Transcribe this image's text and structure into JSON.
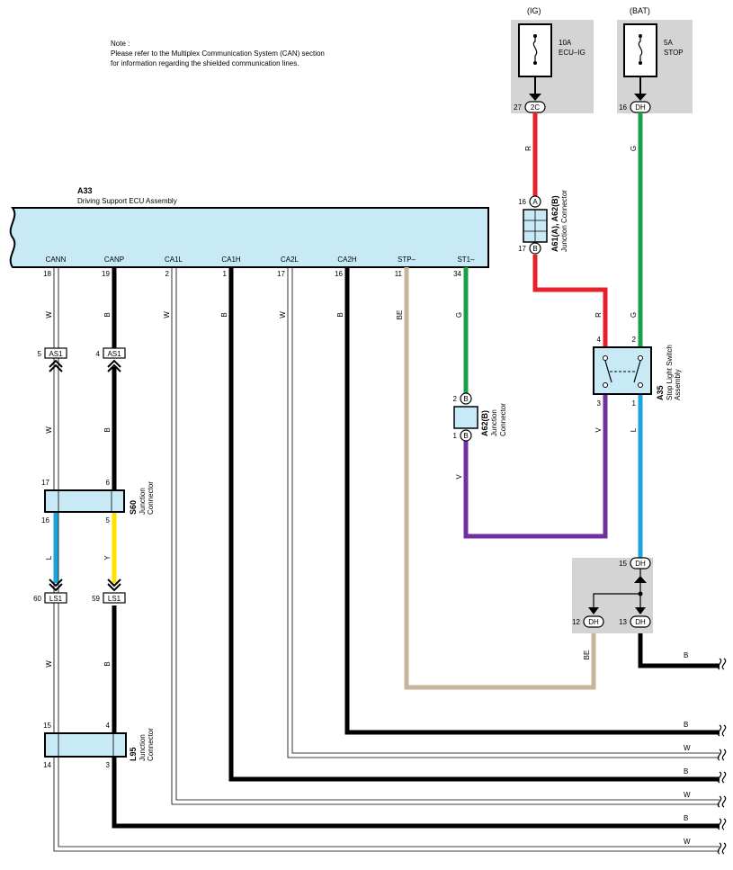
{
  "note": {
    "line1": "Note :",
    "line2": "Please refer to the Multiplex Communication System (CAN) section",
    "line3": "for information regarding the shielded communication lines."
  },
  "ecu": {
    "code": "A33",
    "name": "Driving Support ECU Assembly",
    "terminals": [
      {
        "label": "CANN",
        "pin": "18",
        "wire": "W"
      },
      {
        "label": "CANP",
        "pin": "19",
        "wire": "B"
      },
      {
        "label": "CA1L",
        "pin": "2",
        "wire": "W"
      },
      {
        "label": "CA1H",
        "pin": "1",
        "wire": "B"
      },
      {
        "label": "CA2L",
        "pin": "17",
        "wire": "W"
      },
      {
        "label": "CA2H",
        "pin": "16",
        "wire": "B"
      },
      {
        "label": "STP–",
        "pin": "11",
        "wire": "BE"
      },
      {
        "label": "ST1–",
        "pin": "34",
        "wire": "G"
      }
    ]
  },
  "fuses": [
    {
      "supply": "(IG)",
      "rating": "10A",
      "name": "ECU–IG",
      "pin": "27",
      "connector": "2C"
    },
    {
      "supply": "(BAT)",
      "rating": "5A",
      "name": "STOP",
      "pin": "16",
      "connector": "DH"
    }
  ],
  "as1": {
    "code": "AS1",
    "pin_left": "5",
    "pin_right": "4"
  },
  "ls1": {
    "code": "LS1",
    "pin_left": "60",
    "pin_right": "59"
  },
  "s60": {
    "code": "S60",
    "line1": "Junction",
    "line2": "Connector",
    "pins": [
      "17",
      "6",
      "16",
      "5"
    ]
  },
  "l95": {
    "code": "L95",
    "line1": "Junction",
    "line2": "Connector",
    "pins": [
      "15",
      "4",
      "14",
      "3"
    ]
  },
  "a61": {
    "code": "A61(A), A62(B)",
    "label": "Junction Connector",
    "pin_top": "16",
    "pin_bottom": "17",
    "tag_top": "A",
    "tag_bottom": "B"
  },
  "a62": {
    "code": "A62(B)",
    "line1": "Junction",
    "line2": "Connector",
    "pin_top": "2",
    "pin_bottom": "1",
    "tag": "B"
  },
  "a35": {
    "code": "A35",
    "line1": "Stop Light Switch",
    "line2": "Assembly",
    "pins": [
      "4",
      "2",
      "3",
      "1"
    ]
  },
  "dh_block": {
    "connector": "DH",
    "pin_in": "15",
    "pin_out1": "12",
    "pin_out2": "13"
  },
  "wire_labels": {
    "w_cann_top": "W",
    "b_canp_top": "B",
    "w_cann_mid": "W",
    "b_canp_mid": "B",
    "l_s60": "L",
    "y_s60": "Y",
    "w_ls1": "W",
    "b_ls1": "B",
    "r_ig": "R",
    "g_bat": "G",
    "r_a61": "R",
    "g_a35": "G",
    "v_a62": "V",
    "v_a35": "V",
    "l_a35": "L",
    "be_dh": "BE",
    "right_b1": "B",
    "right_b2": "B",
    "right_w1": "W",
    "right_b3": "B",
    "right_w2": "W",
    "right_b4": "B",
    "right_w3": "W"
  },
  "colors": {
    "black": "#000000",
    "red": "#e8202a",
    "green": "#15a04a",
    "blue": "#18a4e0",
    "yellow": "#ffe100",
    "violet": "#7030a0",
    "beige": "#c8b49a",
    "ecu_fill": "#c8eaf6",
    "fuse_bg": "#d4d4d4"
  }
}
